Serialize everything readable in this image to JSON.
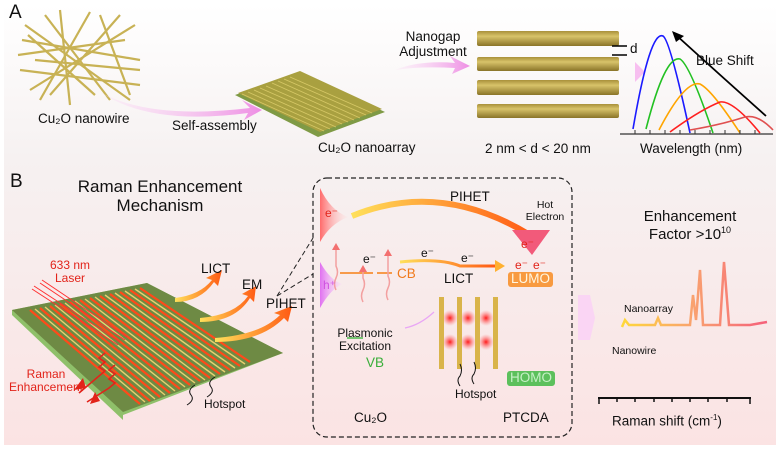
{
  "panel_a": {
    "label": "A",
    "nanowire_label": "Cu₂O nanowire",
    "self_assembly": "Self-assembly",
    "nanoarray_label": "Cu₂O nanoarray",
    "nanogap_line1": "Nanogap",
    "nanogap_line2": "Adjustment",
    "gap_symbol": "d",
    "gap_range": "2 nm < d < 20 nm",
    "blue_shift": "Blue Shift",
    "wavelength_axis": "Wavelength (nm)",
    "spectrum_colors": [
      "#1a1aff",
      "#22c122",
      "#ffa500",
      "#ff2020",
      "#e05050"
    ]
  },
  "panel_b": {
    "label": "B",
    "title_line1": "Raman Enhancement",
    "title_line2": "Mechanism",
    "laser_line1": "633 nm",
    "laser_line2": "Laser",
    "raman_line1": "Raman",
    "raman_line2": "Enhancement",
    "hotspot": "Hotspot",
    "licT": "LICT",
    "em": "EM",
    "pihet": "PIHET",
    "inset": {
      "pihet": "PIHET",
      "hot_line1": "Hot",
      "hot_line2": "Electron",
      "electron": "e⁻",
      "hole": "h⁺",
      "cb": "CB",
      "vb": "VB",
      "licT": "LICT",
      "lumo": "LUMO",
      "homo": "HOMO",
      "plasmonic_line1": "Plasmonic",
      "plasmonic_line2": "Excitation",
      "hotspot": "Hotspot",
      "cu2o": "Cu₂O",
      "ptcda": "PTCDA"
    },
    "ef_line1": "Enhancement",
    "ef_line2": "Factor >10",
    "ef_exp": "10",
    "nanoarray": "Nanoarray",
    "nanowire": "Nanowire",
    "raman_axis": "Raman shift (cm",
    "raman_axis_exp": "-1",
    "raman_axis_end": ")"
  }
}
